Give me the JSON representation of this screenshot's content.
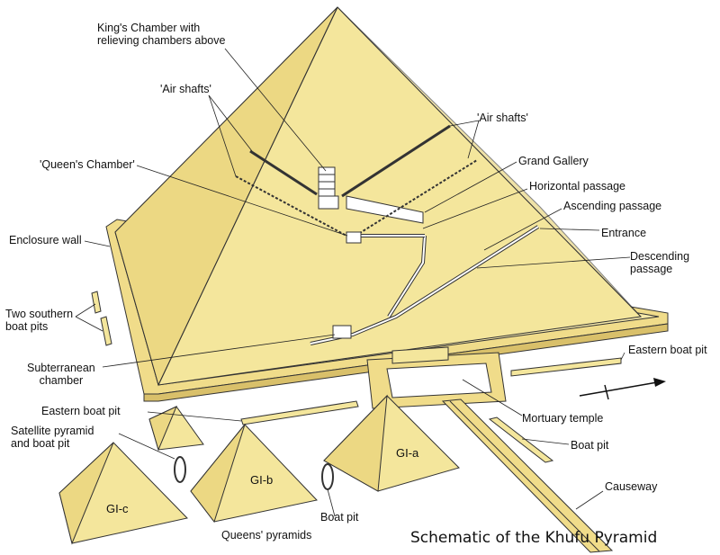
{
  "colors": {
    "pyramid_face_light": "#f4e69c",
    "pyramid_face_dark": "#e6cf6e",
    "wall": "#f0dc8a",
    "outline": "#333333",
    "passage": "#ffffff"
  },
  "labels": {
    "kings_chamber": [
      "King's Chamber with",
      "relieving chambers above"
    ],
    "air_shafts_left": "'Air shafts'",
    "air_shafts_right": "'Air shafts'",
    "queens_chamber": "'Queen's Chamber'",
    "grand_gallery": "Grand Gallery",
    "horizontal_passage": "Horizontal passage",
    "ascending_passage": "Ascending passage",
    "entrance": "Entrance",
    "descending_passage": [
      "Descending",
      "passage"
    ],
    "enclosure_wall": "Enclosure wall",
    "two_southern_boat_pits": [
      "Two southern",
      "boat pits"
    ],
    "eastern_boat_pit_right": "Eastern boat pit",
    "subterranean_chamber": [
      "Subterranean",
      "chamber"
    ],
    "eastern_boat_pit_left": "Eastern boat pit",
    "satellite_pyramid": [
      "Satellite pyramid",
      "and boat pit"
    ],
    "mortuary_temple": "Mortuary temple",
    "boat_pit_right": "Boat pit",
    "causeway": "Causeway",
    "boat_pit_bottom": "Boat pit",
    "queens_pyramids": "Queens' pyramids"
  },
  "pyramid_names": {
    "gi_a": "GI-a",
    "gi_b": "GI-b",
    "gi_c": "GI-c"
  },
  "caption": "Schematic of the Khufu Pyramid"
}
